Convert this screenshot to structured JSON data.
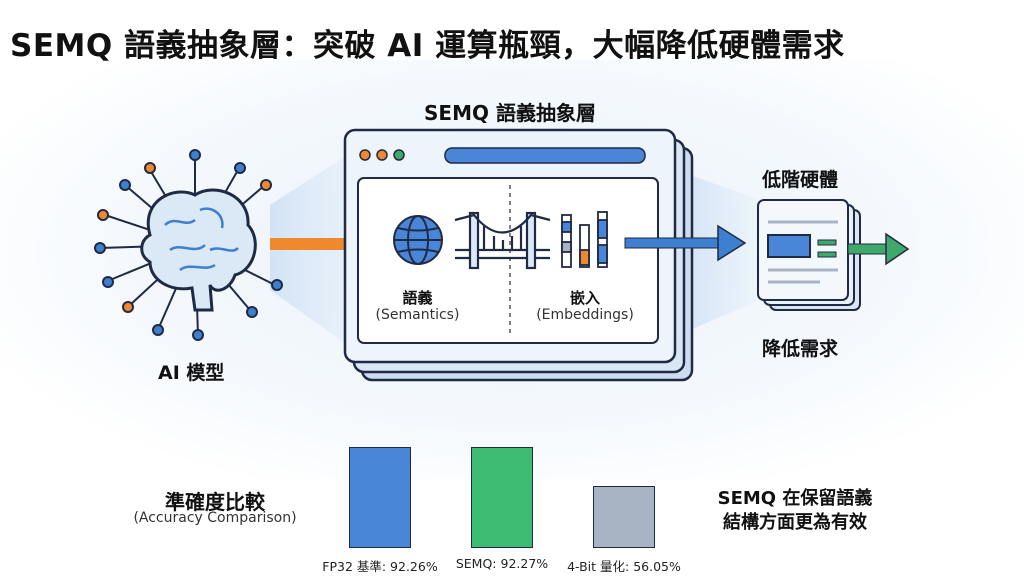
{
  "title": "SEMQ 語義抽象層：突破 AI 運算瓶頸，大幅降低硬體需求",
  "diagram": {
    "layer_title": "SEMQ 語義抽象層",
    "model_label": "AI 模型",
    "semantics_label": "語義",
    "semantics_sub": "(Semantics)",
    "embeddings_label": "嵌入",
    "embeddings_sub": "(Embeddings)",
    "hardware_top": "低階硬體",
    "hardware_bottom": "降低需求",
    "colors": {
      "orange": "#f0892e",
      "blue": "#3f7fd0",
      "green": "#3fa96b",
      "navy": "#1f2a44"
    }
  },
  "comparison": {
    "title": "準確度比較",
    "subtitle": "(Accuracy Comparison)",
    "note_line1": "SEMQ 在保留語義",
    "note_line2": "結構方面更為有效"
  },
  "chart_data": {
    "type": "bar",
    "categories": [
      "FP32 基準",
      "SEMQ",
      "4-Bit 量化"
    ],
    "values": [
      92.26,
      92.27,
      56.05
    ],
    "labels": [
      "FP32 基準: 92.26%",
      "SEMQ: 92.27%",
      "4-Bit 量化: 56.05%"
    ],
    "colors": [
      "#4a86d8",
      "#3dbb72",
      "#a8b3c4"
    ],
    "ylim": [
      0,
      100
    ],
    "grid": false
  }
}
